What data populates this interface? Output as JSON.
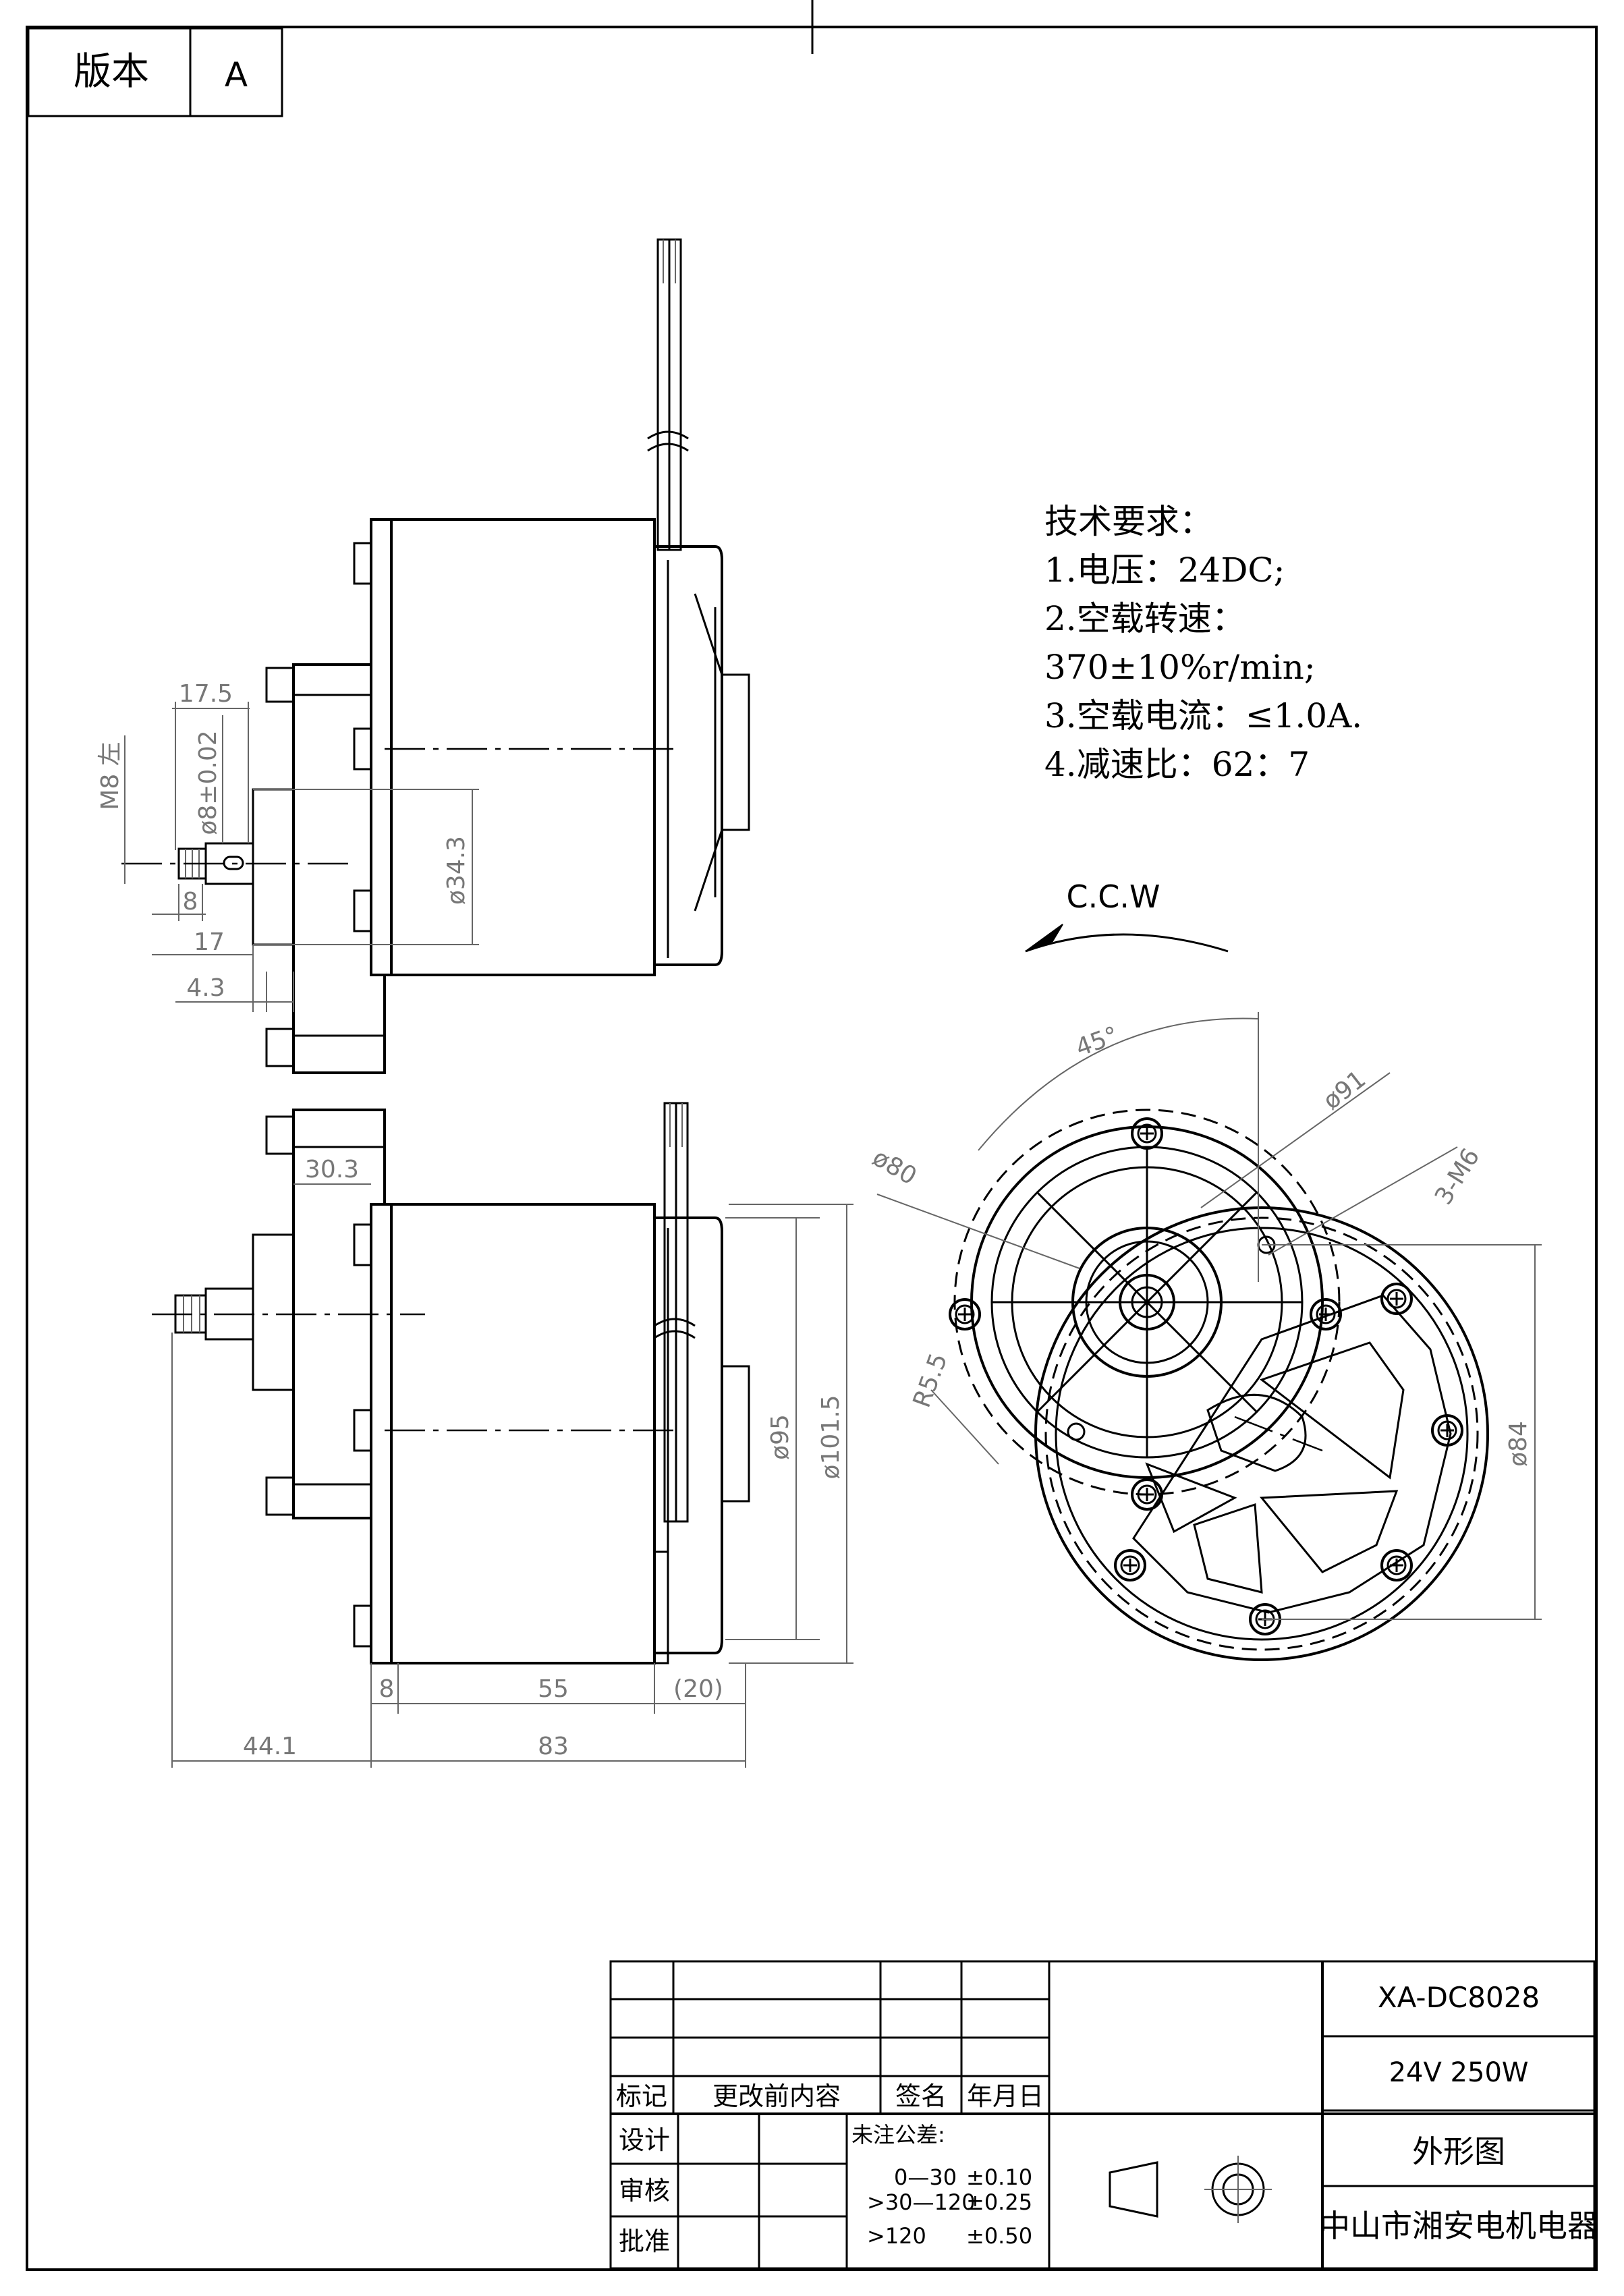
{
  "version_box": {
    "label": "版本",
    "value": "A"
  },
  "requirements": {
    "title": "技术要求：",
    "lines": [
      "1.电压：24DC;",
      "2.空载转速：",
      "370±10%r/min;",
      "3.空载电流：≤1.0A.",
      "4.减速比：62：7"
    ]
  },
  "rotation": "C.C.W",
  "dims_top": {
    "d17_5": "17.5",
    "m8": "M8 左",
    "shaft_dia": "ø8±0.02",
    "d34_3": "ø34.3",
    "d8": "8",
    "d17": "17",
    "d4_3": "4.3"
  },
  "dims_front": {
    "d30_3": "30.3",
    "d95": "ø95",
    "d101_5": "ø101.5",
    "d8": "8",
    "d55": "55",
    "d20": "(20)",
    "d44_1": "44.1",
    "d83": "83"
  },
  "dims_end": {
    "ang45": "45°",
    "d91": "ø91",
    "d80": "ø80",
    "m6": "3-M6",
    "r5_5": "R5.5",
    "d84": "ø84"
  },
  "title_block": {
    "model": "XA-DC8028",
    "spec": "24V 250W",
    "drawing_name": "外形图",
    "company": "中山市湘安电机电器",
    "col_mark": "标记",
    "col_content": "更改前内容",
    "col_sign": "签名",
    "col_date": "年月日",
    "row_design": "设计",
    "row_review": "审核",
    "row_approve": "批准",
    "tol_title": "未注公差:",
    "tol_rows": [
      {
        "range": "0—30",
        "tol": "±0.10"
      },
      {
        "range": ">30—120",
        "tol": "±0.25"
      },
      {
        "range": ">120",
        "tol": "±0.50"
      }
    ]
  }
}
